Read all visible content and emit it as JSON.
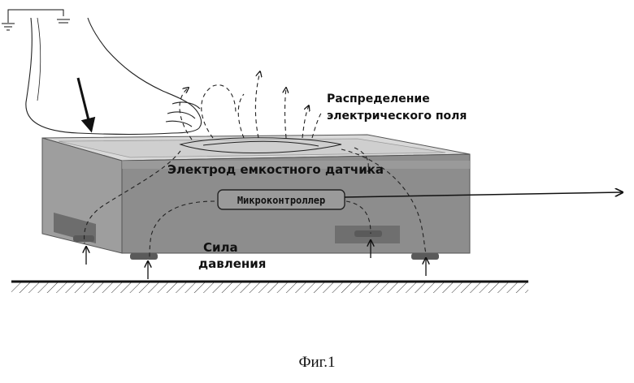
{
  "labels": {
    "field_distribution_line1": "Распределение",
    "field_distribution_line2": "электрического поля",
    "electrode": "Электрод емкостного датчика",
    "microcontroller": "Микроконтроллер",
    "force_line1": "Сила",
    "force_line2": "давления"
  },
  "caption": "Фиг.1"
}
